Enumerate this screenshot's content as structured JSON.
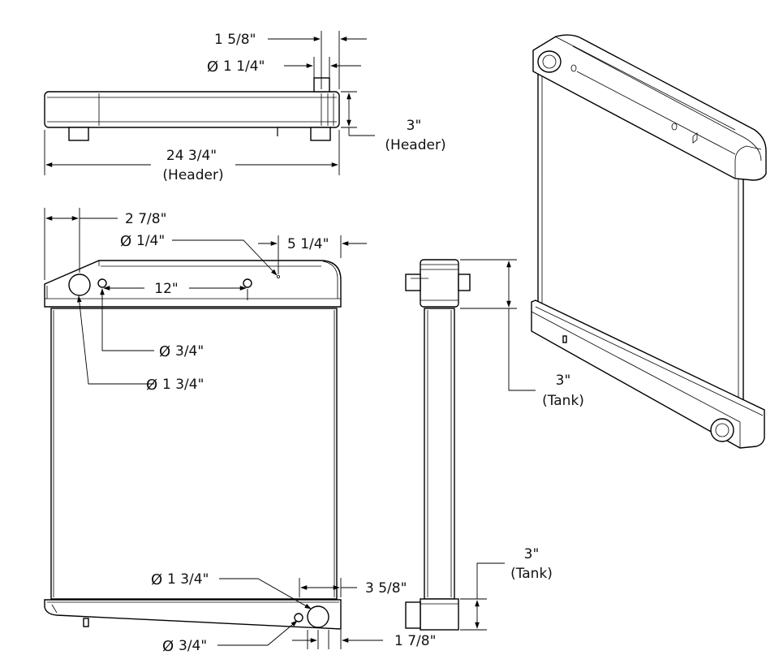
{
  "top_view": {
    "width_label": "24 3/4\"",
    "width_sub": "(Header)",
    "height_label": "3\"",
    "height_sub": "(Header)",
    "inlet_offset": "1 5/8\"",
    "inlet_dia_sym": "Ø",
    "inlet_dia": "1 1/4\""
  },
  "front_view": {
    "top_offset": "2 7/8\"",
    "vent_sym": "Ø",
    "vent": "1/4\"",
    "vent_offset": "5 1/4\"",
    "spacing": "12\"",
    "small_port_sym": "Ø",
    "small_port": "3/4\"",
    "large_port_sym": "Ø",
    "large_port": "1 3/4\"",
    "bottom_large_sym": "Ø",
    "bottom_large": "1 3/4\"",
    "bottom_offset": "3 5/8\"",
    "bottom_small_sym": "Ø",
    "bottom_small": "3/4\"",
    "bottom_edge_offset": "1 7/8\""
  },
  "side_view": {
    "top_tank_label": "3\"",
    "top_tank_sub": "(Tank)",
    "bottom_tank_label": "3\"",
    "bottom_tank_sub": "(Tank)"
  }
}
